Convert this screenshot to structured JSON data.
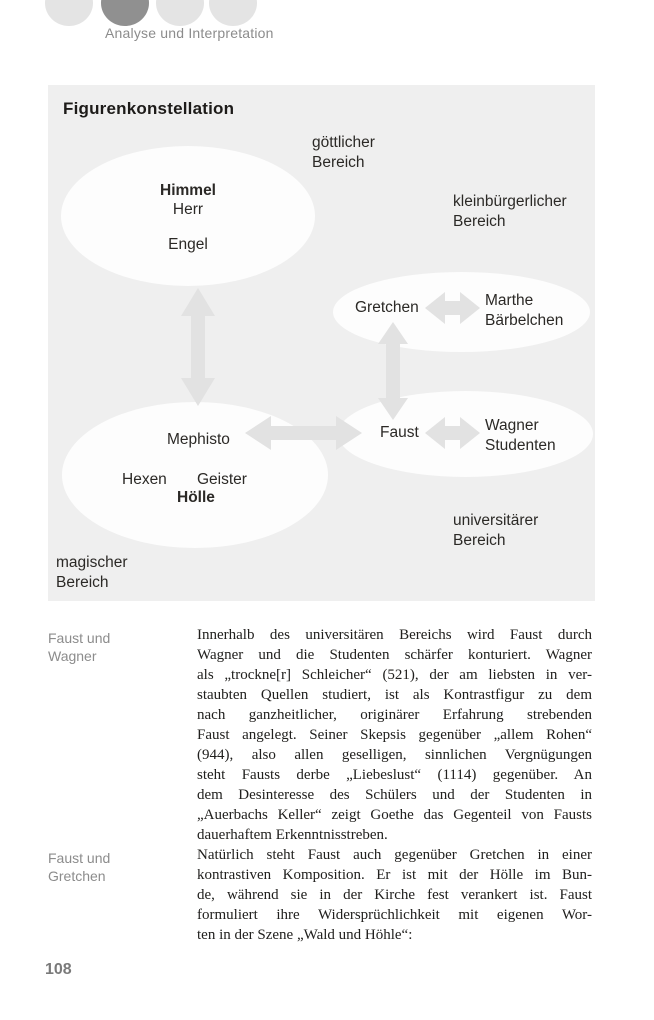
{
  "colors": {
    "page_bg": "#ffffff",
    "panel": "#efefef",
    "ellipse": "#fdfdfd",
    "arrow": "#e2e2e2",
    "dot_active": "#909090",
    "dot_inactive": "#e4e4e4",
    "muted_text": "#8c8c8c",
    "body_text": "#21201e",
    "diagram_text": "#2b2926"
  },
  "header": {
    "title": "Analyse und Interpretation",
    "dots_count": 4,
    "dots_active_index": 1
  },
  "diagram": {
    "title": "Figurenkonstellation",
    "nodes": {
      "himmel": {
        "line1": "Himmel",
        "line2": "Herr",
        "line3": "Engel"
      },
      "gretchen": {
        "label": "Gretchen"
      },
      "marthe": {
        "line1": "Marthe",
        "line2": "Bärbelchen"
      },
      "faust": {
        "label": "Faust"
      },
      "wagner": {
        "line1": "Wagner",
        "line2": "Studenten"
      },
      "mephisto": {
        "label": "Mephisto"
      },
      "hexen": {
        "label": "Hexen"
      },
      "geister": {
        "label": "Geister"
      },
      "hoelle": {
        "label": "Hölle"
      }
    },
    "area_labels": {
      "divine": {
        "line1": "göttlicher",
        "line2": "Bereich"
      },
      "petit_bourgeois": {
        "line1": "kleinbürgerlicher",
        "line2": "Bereich"
      },
      "university": {
        "line1": "universitärer",
        "line2": "Bereich"
      },
      "magic": {
        "line1": "magischer",
        "line2": "Bereich"
      }
    },
    "arrows": [
      "Himmel ↔ Hölle",
      "Gretchen ↔ Faust",
      "Gretchen ↔ Marthe/Bärbelchen",
      "Mephisto ↔ Faust",
      "Faust ↔ Wagner/Studenten"
    ]
  },
  "content": {
    "sections": [
      {
        "margin_label": {
          "line1": "Faust und",
          "line2": "Wagner"
        },
        "lines": [
          "Innerhalb des universitären Bereichs wird Faust durch",
          "Wagner und die Studenten schärfer konturiert. Wagner",
          "als „trockne[r] Schleicher“ (521), der am liebsten in ver-",
          "staubten Quellen studiert, ist als Kontrastfigur zu dem",
          "nach ganzheitlicher, originärer Erfahrung strebenden",
          "Faust angelegt. Seiner Skepsis gegenüber „allem Rohen“",
          "(944), also allen geselligen, sinnlichen Vergnügungen",
          "steht Fausts derbe „Liebeslust“ (1114) gegenüber. An",
          "dem Desinteresse des Schülers und der Studenten in",
          "„Auerbachs Keller“ zeigt Goethe das Gegenteil von Fausts",
          "dauerhaftem Erkenntnisstreben."
        ]
      },
      {
        "margin_label": {
          "line1": "Faust und",
          "line2": "Gretchen"
        },
        "lines": [
          "Natürlich steht Faust auch gegenüber Gretchen in einer",
          "kontrastiven Komposition. Er ist mit der Hölle im Bun-",
          "de, während sie in der Kirche fest verankert ist. Faust",
          "formuliert ihre Widersprüchlichkeit mit eigenen Wor-",
          "ten in der Szene „Wald und Höhle“:"
        ]
      }
    ]
  },
  "footer": {
    "page_number": "108"
  }
}
